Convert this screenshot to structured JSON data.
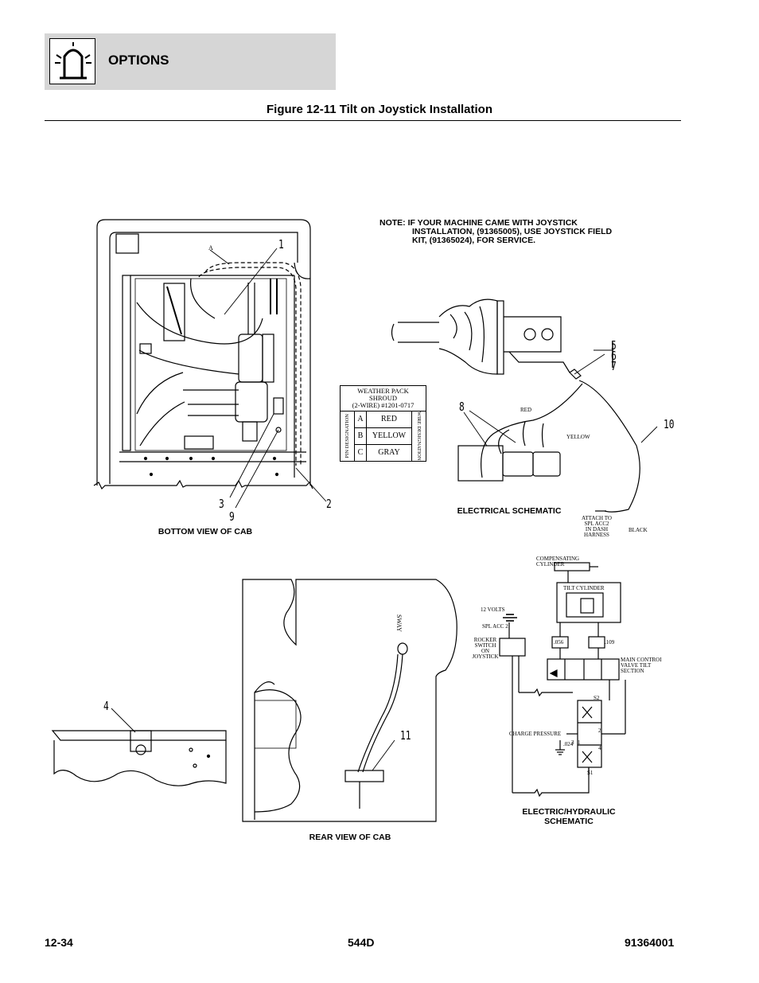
{
  "header": {
    "section": "OPTIONS",
    "icon": "beacon-light-icon"
  },
  "figure_title": "Figure 12-11 Tilt on Joystick Installation",
  "note": {
    "line1": "NOTE:   IF YOUR MACHINE CAME WITH JOYSTICK",
    "line2": "INSTALLATION, (91365005), USE JOYSTICK FIELD",
    "line3": "KIT, (91365024), FOR SERVICE."
  },
  "captions": {
    "bottom_view": "BOTTOM VIEW OF CAB",
    "electrical": "ELECTRICAL SCHEMATIC",
    "rear_view": "REAR VIEW OF CAB",
    "electric_hydraulic_1": "ELECTRIC/HYDRAULIC",
    "electric_hydraulic_2": "SCHEMATIC"
  },
  "callouts": {
    "c1": "1",
    "c2": "2",
    "c3": "3",
    "c4": "4",
    "c5": "5",
    "c6": "6",
    "c7": "7",
    "c8": "8",
    "c9": "9",
    "c10": "10",
    "c11": "11",
    "a": "A"
  },
  "weather_pack": {
    "title1": "WEATHER PACK SHROUD",
    "title2": "(2-WIRE) #1201-0717",
    "pin_label": "PIN DESIGNATION",
    "wire_label": "WIRE DESIGNATION",
    "rows": [
      {
        "pin": "A",
        "wire": "RED"
      },
      {
        "pin": "B",
        "wire": "YELLOW"
      },
      {
        "pin": "C",
        "wire": "GRAY"
      }
    ]
  },
  "wire_labels": {
    "red": "RED",
    "yellow": "YELLOW",
    "black": "BLACK",
    "attach1": "ATTACH TO",
    "attach2": "SPL ACC2",
    "attach3": "IN DASH",
    "attach4": "HARNESS"
  },
  "rear_labels": {
    "sway": "SWAY"
  },
  "schematic_labels": {
    "comp1": "COMPENSATING",
    "comp2": "CYLINDER",
    "tilt": "TILT CYLINDER",
    "volts": "12 VOLTS",
    "spl": "SPL ACC 2",
    "rocker1": "ROCKER",
    "rocker2": "SWITCH",
    "rocker3": "ON",
    "rocker4": "JOYSTICK",
    "orifice1": ".056",
    "orifice2": ".109",
    "orifice3": ".024",
    "mcv1": "MAIN CONTROI",
    "mcv2": "VALVE TILT",
    "mcv3": "SECTION",
    "charge": "CHARGE PRESSURE",
    "s1": "S1",
    "s2": "S2",
    "p1": "1",
    "p2": "2",
    "p3": "3",
    "p4": "4"
  },
  "footer": {
    "page": "12-34",
    "model": "544D",
    "doc": "91364001"
  }
}
